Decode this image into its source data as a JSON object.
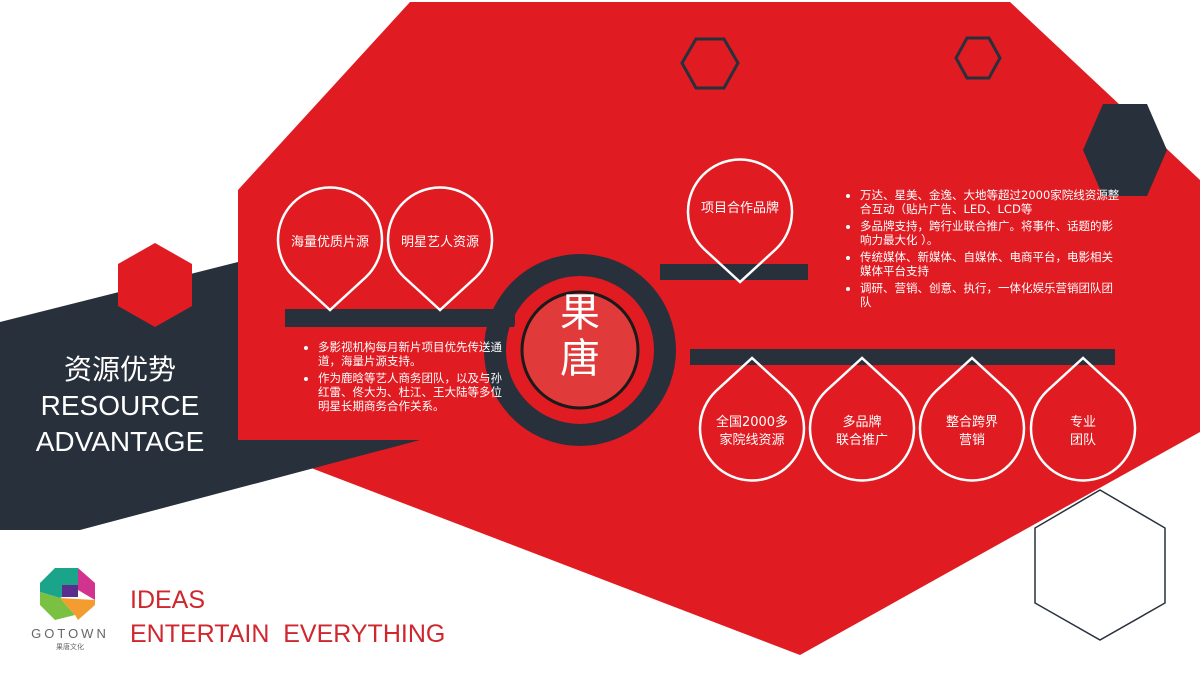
{
  "colors": {
    "red": "#e01b22",
    "dark": "#28303c",
    "white": "#ffffff"
  },
  "side": {
    "title_cn": "资源优势",
    "title_en1": "RESOURCE",
    "title_en2": "ADVANTAGE"
  },
  "center": {
    "line1": "果",
    "line2": "唐"
  },
  "top_drops": [
    "海量优质片源",
    "明星艺人资源",
    "项目合作品牌"
  ],
  "bottom_drops": [
    [
      "全国2000多",
      "家院线资源"
    ],
    [
      "多品牌",
      "联合推广"
    ],
    [
      "整合跨界",
      "营销"
    ],
    [
      "专业",
      "团队"
    ]
  ],
  "left_bullets": [
    "多影视机构每月新片项目优先传送通道，海量片源支持。",
    "作为鹿晗等艺人商务团队，以及与孙红雷、佟大为、杜江、王大陆等多位明星长期商务合作关系。"
  ],
  "right_bullets": [
    "万达、星美、金逸、大地等超过2000家院线资源整合互动（贴片广告、LED、LCD等",
    "多品牌支持，跨行业联合推广。将事件、话题的影响力最大化 ）。",
    "传统媒体、新媒体、自媒体、电商平台，电影相关媒体平台支持",
    "调研、营销、创意、执行，一体化娱乐营销团队团队"
  ],
  "logo": {
    "name": "GOTOWN",
    "sub": "果唐文化"
  },
  "tagline": {
    "line1": "IDEAS",
    "line2": "ENTERTAIN  EVERYTHING"
  }
}
